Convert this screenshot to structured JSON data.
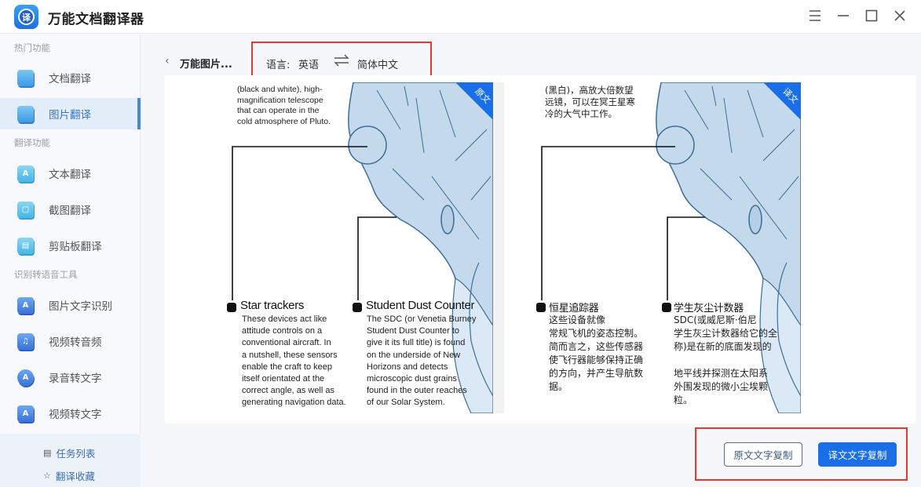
{
  "app": {
    "title": "万能文档翻译器",
    "logo_glyph": "译",
    "window_controls": [
      "menu-icon",
      "minimize-icon",
      "maximize-icon",
      "close-icon"
    ]
  },
  "sidebar": {
    "sections": [
      {
        "title": "热门功能",
        "items": [
          {
            "label": "文档翻译",
            "icon": "document-icon",
            "active": false
          },
          {
            "label": "图片翻译",
            "icon": "image-icon",
            "active": true
          }
        ]
      },
      {
        "title": "翻译功能",
        "items": [
          {
            "label": "文本翻译",
            "icon": "text-icon",
            "active": false
          },
          {
            "label": "截图翻译",
            "icon": "screenshot-icon",
            "active": false
          },
          {
            "label": "剪贴板翻译",
            "icon": "clipboard-icon",
            "active": false
          }
        ]
      },
      {
        "title": "识别转语音工具",
        "items": [
          {
            "label": "图片文字识别",
            "icon": "ocr-icon",
            "active": false
          },
          {
            "label": "视频转音频",
            "icon": "video-audio-icon",
            "active": false
          },
          {
            "label": "录音转文字",
            "icon": "record-text-icon",
            "active": false
          },
          {
            "label": "视频转文字",
            "icon": "video-text-icon",
            "active": false
          }
        ]
      }
    ],
    "bottom_links": [
      {
        "label": "任务列表",
        "icon": "list-icon"
      },
      {
        "label": "翻译收藏",
        "icon": "star-icon"
      }
    ]
  },
  "header": {
    "back_glyph": "‹",
    "breadcrumb": "万能图片...",
    "language_label": "语言:",
    "source_language": "英语",
    "target_language": "简体中文"
  },
  "original_pane": {
    "badge": "原文",
    "top_caption": "(black and white), high-\nmagnification telescope\nthat can operate in the\ncold atmosphere of Pluto.",
    "items": [
      {
        "heading": "Star trackers",
        "body": "These devices act like\nattitude controls on a\nconventional aircraft. In\na nutshell, these sensors\nenable the craft to keep\nitself orientated at the\ncorrect angle, as well as\ngenerating navigation data."
      },
      {
        "heading": "Student Dust Counter",
        "body": "The SDC (or Venetia Burney\nStudent Dust Counter to\ngive it its full title) is found\non the underside of New\nHorizons and detects\nmicroscopic dust grains\nfound in the outer reaches\nof our Solar System."
      }
    ]
  },
  "translated_pane": {
    "badge": "译文",
    "top_caption": "(黑白)，高放大倍数望\n远镜，可以在冥王星寒\n冷的大气中工作。",
    "items": [
      {
        "heading": "恒星追踪器",
        "body": "这些设备就像\n常规飞机的姿态控制。\n简而言之，这些传感器\n使飞行器能够保持正确\n的方向，并产生导航数\n据。"
      },
      {
        "heading": "学生灰尘计数器",
        "body": "SDC(或威尼斯·伯尼\n学生灰尘计数器给它的全\n称)是在新的底面发现的\n\n地平线并探测在太阳系\n外围发现的微小尘埃颗\n粒。"
      }
    ]
  },
  "actions": {
    "copy_original": "原文文字复制",
    "copy_translation": "译文文字复制"
  },
  "colors": {
    "accent": "#1a6fe8",
    "highlight_box": "#e53a2c",
    "sidebar_active_bg": "#e4eefa",
    "sidebar_active_bar": "#4a86d8",
    "illustration_fill": "#c4d9ec",
    "illustration_stroke": "#3b6e96"
  }
}
